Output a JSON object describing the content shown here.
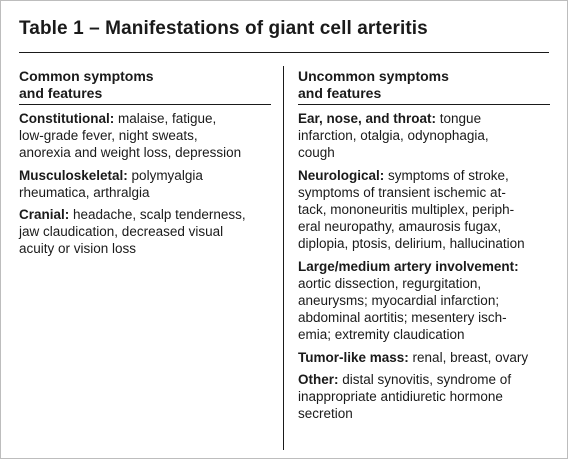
{
  "table": {
    "title": "Table 1 – Manifestations of giant cell arteritis",
    "columns": [
      {
        "heading": "Common symptoms\nand features",
        "entries": [
          {
            "label": "Constitutional:",
            "text": " malaise, fatigue,\nlow-grade fever, night sweats,\nanorexia and weight loss, depression"
          },
          {
            "label": "Musculoskeletal:",
            "text": " polymyalgia\nrheumatica, arthralgia"
          },
          {
            "label": "Cranial:",
            "text": " headache, scalp tenderness,\njaw claudication, decreased visual\nacuity or vision loss"
          }
        ]
      },
      {
        "heading": "Uncommon symptoms\nand features",
        "entries": [
          {
            "label": "Ear, nose, and throat:",
            "text": " tongue\ninfarction, otalgia, odynophagia,\ncough"
          },
          {
            "label": "Neurological:",
            "text": " symptoms of stroke,\nsymptoms of transient ischemic at-\ntack, mononeuritis multiplex, periph-\neral neuropathy, amaurosis fugax,\ndiplopia, ptosis, delirium, hallucination"
          },
          {
            "label": "Large/medium artery involvement:",
            "text": "\naortic dissection, regurgitation,\naneurysms; myocardial infarction;\nabdominal aortitis; mesentery isch-\nemia; extremity claudication"
          },
          {
            "label": "Tumor-like mass:",
            "text": " renal, breast, ovary"
          },
          {
            "label": "Other:",
            "text": " distal synovitis, syndrome of\ninappropriate antidiuretic hormone\nsecretion"
          }
        ]
      }
    ]
  }
}
